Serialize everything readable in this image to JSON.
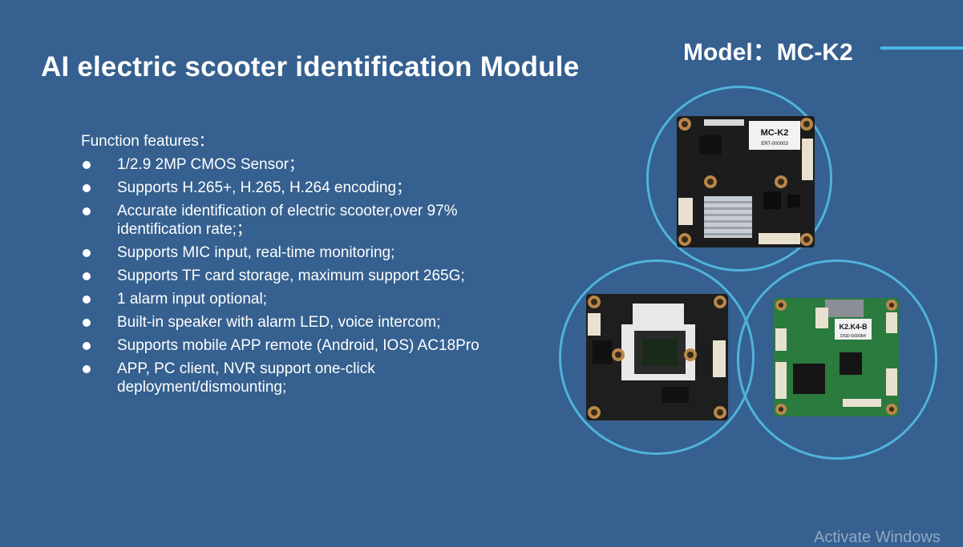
{
  "title": "AI electric scooter identification Module",
  "model_label": "Model：MC-K2",
  "features": {
    "heading": "Function features：",
    "items": [
      "1/2.9 2MP CMOS Sensor；",
      "Supports H.265+, H.265, H.264 encoding；",
      "Accurate identification of electric scooter,over 97% identification rate;；",
      "Supports MIC input, real-time monitoring;",
      "Supports TF card storage, maximum support 265G;",
      "1 alarm input optional;",
      "Built-in speaker with alarm LED, voice intercom;",
      "Supports mobile APP remote (Android, IOS) AC18Pro",
      "APP, PC client, NVR support one-click deployment/dismounting;"
    ]
  },
  "boards": {
    "board1": {
      "label": "MC-K2",
      "sublabel": "ERT-000003"
    },
    "board3": {
      "label": "K2.K4-B",
      "sublabel": "DSD-000084"
    }
  },
  "watermark": "Activate Windows",
  "colors": {
    "background": "#35608f",
    "accent": "#4fb3dc",
    "text": "#ffffff"
  }
}
